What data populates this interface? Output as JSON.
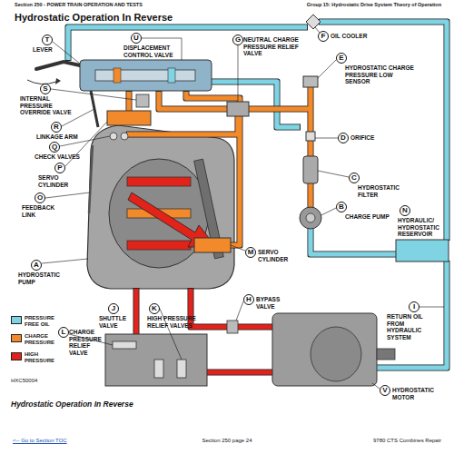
{
  "diagram": {
    "title": "Hydrostatic Operation In Reverse",
    "caption": "Hydrostatic Operation In Reverse",
    "nodes": [
      {
        "text": [
          "T",
          "LEVER"
        ]
      },
      {
        "text": [
          "U",
          "DISPLACEMENT CONTROL VALVE"
        ]
      },
      {
        "text": [
          "G",
          "NEUTRAL CHARGE PRESSURE RELIEF VALVE"
        ]
      },
      {
        "text": [
          "F",
          "OIL COOLER"
        ]
      },
      {
        "text": [
          "E",
          "HYDROSTATIC CHARGE PRESSURE LOW SENSOR"
        ]
      },
      {
        "text": [
          "S",
          "INTERNAL PRESSURE OVERRIDE VALVE"
        ]
      },
      {
        "text": [
          "R",
          "LINKAGE ARM"
        ]
      },
      {
        "text": [
          "D",
          "ORIFICE"
        ]
      },
      {
        "text": [
          "Q",
          "CHECK VALVES"
        ]
      },
      {
        "text": [
          "P",
          "SERVO CYLINDER"
        ]
      },
      {
        "text": [
          "C",
          "HYDROSTATIC FILTER"
        ]
      },
      {
        "text": [
          "O",
          "FEEDBACK LINK"
        ]
      },
      {
        "text": [
          "B",
          "CHARGE PUMP"
        ]
      },
      {
        "text": [
          "N",
          "HYDRAULIC/ HYDROSTATIC RESERVOIR"
        ]
      },
      {
        "text": [
          "A",
          "HYDROSTATIC PUMP"
        ]
      },
      {
        "text": [
          "M",
          "SERVO CYLINDER"
        ]
      },
      {
        "text": [
          "H",
          "BYPASS VALVE"
        ]
      },
      {
        "text": [
          "I",
          "RETURN OIL FROM HYDRAULIC SYSTEM"
        ]
      },
      {
        "text": [
          "J",
          "SHUTTLE VALVE"
        ]
      },
      {
        "text": [
          "K",
          "HIGH PRESSURE RELIEF VALVES"
        ]
      },
      {
        "text": [
          "L",
          "CHARGE PRESSURE RELIEF VALVE"
        ]
      },
      {
        "text": [
          "V",
          "HYDROSTATIC MOTOR"
        ]
      }
    ],
    "labels": [
      "Section 250 - POWER TRAIN OPERATION AND TESTS",
      "Group 15: Hydrostatic Drive System Theory of Operation",
      "HXC50004",
      "<-- Go to Section TOC",
      "Section 250 page 24",
      "9780 CTS Combines Repair"
    ],
    "legend": [
      {
        "text": "PRESSURE FREE OIL",
        "color": "#7fd3e3"
      },
      {
        "text": "CHARGE PRESSURE",
        "color": "#f28a2b"
      },
      {
        "text": "HIGH PRESSURE",
        "color": "#e2231a"
      }
    ]
  }
}
